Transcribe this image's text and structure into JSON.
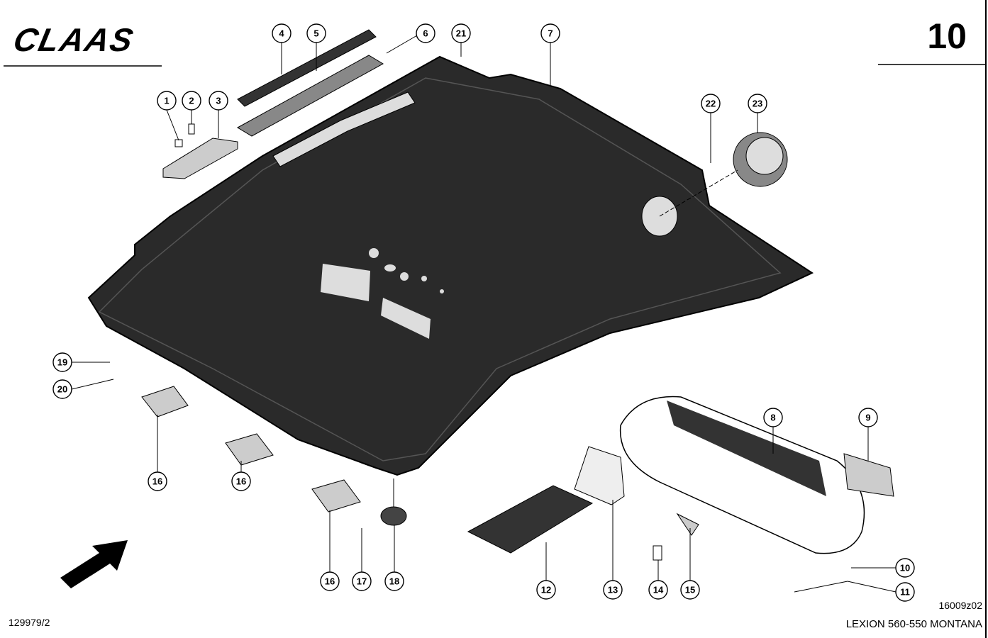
{
  "header": {
    "brand": "CLAAS",
    "page_number": "10"
  },
  "footer": {
    "drawing_ref": "129979/2",
    "figure_code": "16009z02",
    "model": "LEXION 560-550 MONTANA"
  },
  "callouts": [
    "1",
    "2",
    "3",
    "4",
    "5",
    "6",
    "21",
    "7",
    "22",
    "23",
    "19",
    "20",
    "16",
    "16",
    "16",
    "17",
    "18",
    "12",
    "13",
    "14",
    "15",
    "8",
    "9",
    "10",
    "11"
  ]
}
